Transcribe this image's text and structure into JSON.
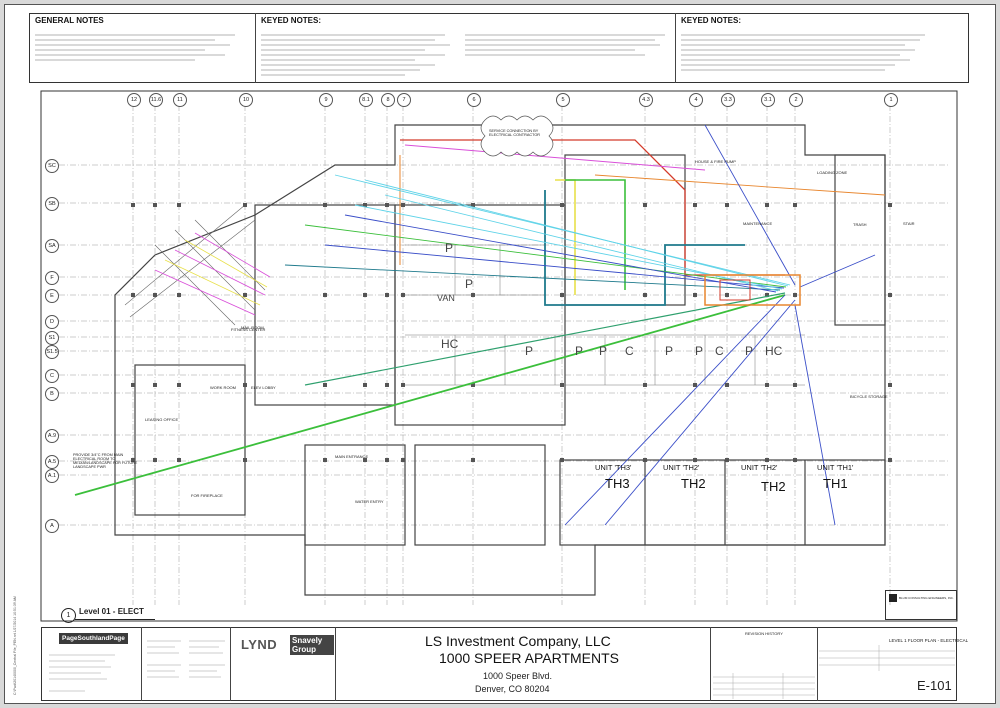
{
  "headers": {
    "general_notes": "GENERAL NOTES",
    "keyed_notes_1": "KEYED NOTES:",
    "keyed_notes_2": "KEYED NOTES:"
  },
  "plan": {
    "view_number": "1",
    "view_title": "Level 01 - ELECT",
    "units": [
      "UNIT 'TH3'",
      "UNIT 'TH2'",
      "UNIT 'TH2'",
      "UNIT 'TH1'"
    ],
    "unit_tags": [
      "TH3",
      "TH2",
      "TH2",
      "TH1"
    ],
    "parking": [
      "P",
      "P",
      "P",
      "P",
      "P",
      "P",
      "C",
      "P",
      "C",
      "P",
      "HC",
      "HC",
      "VAN"
    ],
    "room_labels": [
      "FITNESS CENTER",
      "TRASH",
      "MAIN ENTRANCE",
      "WATER ENTRY",
      "FOR FIREPLACE",
      "HOUSE & FIRE PUMP",
      "MAINTENANCE",
      "BICYCLE STORAGE",
      "LOADING ZONE",
      "STAIR",
      "LEASING OFFICE",
      "WORK ROOM",
      "MAIL ROOM",
      "ELEV LOBBY"
    ],
    "grid_top": [
      "12",
      "11.6",
      "11",
      "10",
      "9",
      "8.1",
      "8",
      "7",
      "6",
      "5",
      "4.3",
      "4",
      "3.3",
      "3.1",
      "2",
      "1"
    ],
    "grid_left": [
      "SC",
      "SB",
      "SA",
      "F",
      "E",
      "D",
      "S1",
      "S1.5",
      "C",
      "B",
      "A.9",
      "A.5",
      "A.1",
      "A"
    ],
    "callouts": [
      "SERVICE CONNECTION BY ELECTRICAL CONTRACTOR",
      "PROVIDE 3/4\"C FROM MAIN ELECTRICAL ROOM TO MEDIAN/LANDSCAPE FOR FUTURE LANDSCAPE PWR"
    ]
  },
  "title_block": {
    "architect_name": "PageSouthlandPage",
    "logos": [
      "LYND",
      "Snavely Group"
    ],
    "owner": "LS Investment Company, LLC",
    "project": "1000 SPEER APARTMENTS",
    "address_1": "1000 Speer Blvd.",
    "address_2": "Denver, CO 80204",
    "revision_history": "REVISION HISTORY",
    "sheet_title": "LEVEL 1 FLOOR PLAN - ELECTRICAL",
    "sheet_number": "E-101",
    "engineer": "BLUM CONSULTING ENGINEERS, INC."
  },
  "side_text": "C:\\Pwd\\20140000_Central File_PEN.rvt  1/27/2014 10:51:39 AM",
  "colors": {
    "wire_cyan": "#5fd3e8",
    "wire_green": "#3bbf3b",
    "wire_blue": "#3a4ec8",
    "wire_magenta": "#d94fd9",
    "wire_yellow": "#e8e04a",
    "wire_orange": "#e8862e",
    "wire_red": "#d43b2b",
    "wire_teal": "#1f7a8c"
  }
}
